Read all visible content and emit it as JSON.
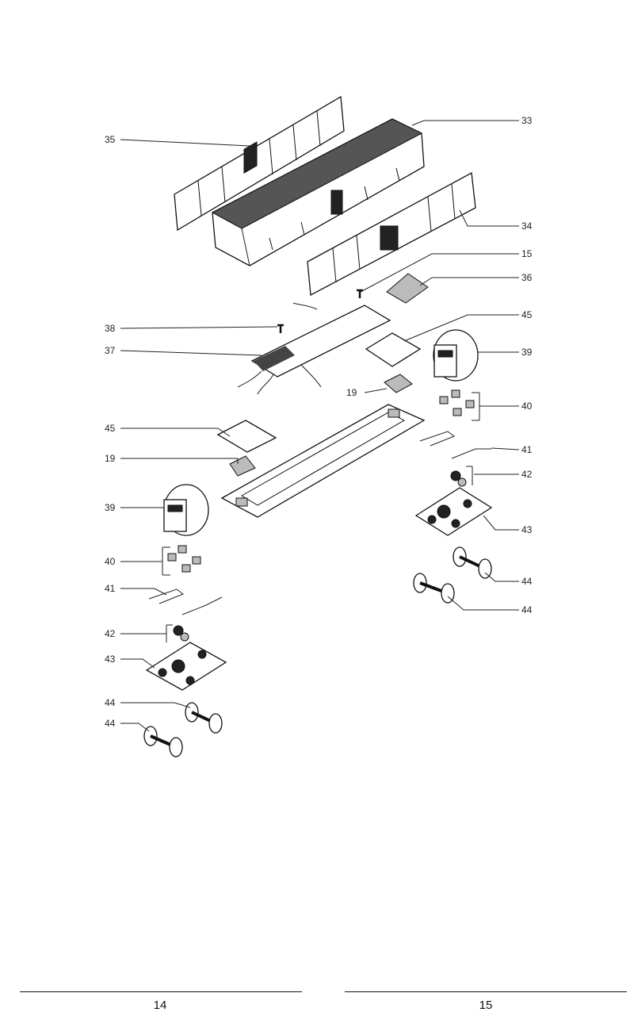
{
  "diagram": {
    "labels": {
      "l35": "35",
      "l33": "33",
      "l34": "34",
      "l15": "15",
      "l36": "36",
      "l45a": "45",
      "l38": "38",
      "l37": "37",
      "l39a": "39",
      "l19a": "19",
      "l40a": "40",
      "l45b": "45",
      "l41a": "41",
      "l19b": "19",
      "l42a": "42",
      "l39b": "39",
      "l43a": "43",
      "l40b": "40",
      "l44a": "44",
      "l41b": "41",
      "l44b": "44",
      "l42b": "42",
      "l43b": "43",
      "l44c": "44",
      "l44d": "44"
    }
  },
  "footer": {
    "left_page": "14",
    "right_page": "15"
  }
}
